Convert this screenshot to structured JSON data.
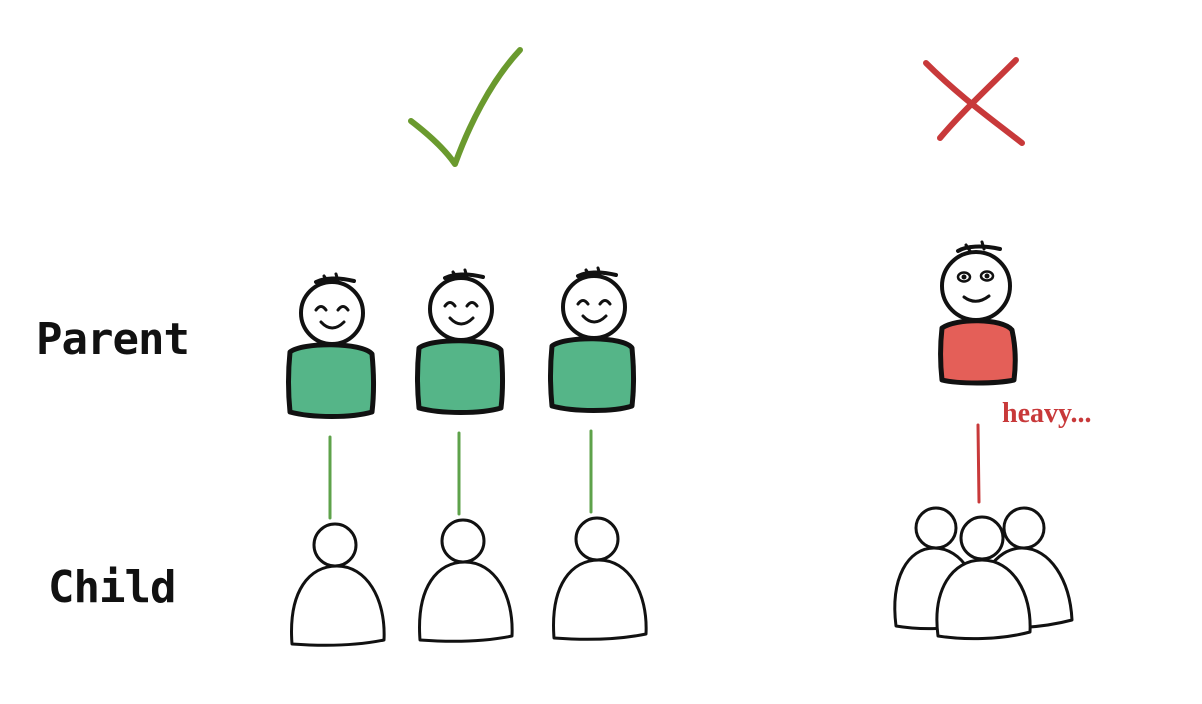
{
  "labels": {
    "parent": "Parent",
    "child": "Child",
    "note": "heavy..."
  },
  "good_case": {
    "mark": "check-icon",
    "pairs": 3
  },
  "bad_case": {
    "mark": "cross-icon",
    "parents": 1,
    "children": 3
  },
  "colors": {
    "good": "#6a9a2e",
    "good_line": "#5ea24a",
    "good_body": "#55b588",
    "bad": "#c8393a",
    "bad_body": "#e45f58",
    "ink": "#111111"
  }
}
